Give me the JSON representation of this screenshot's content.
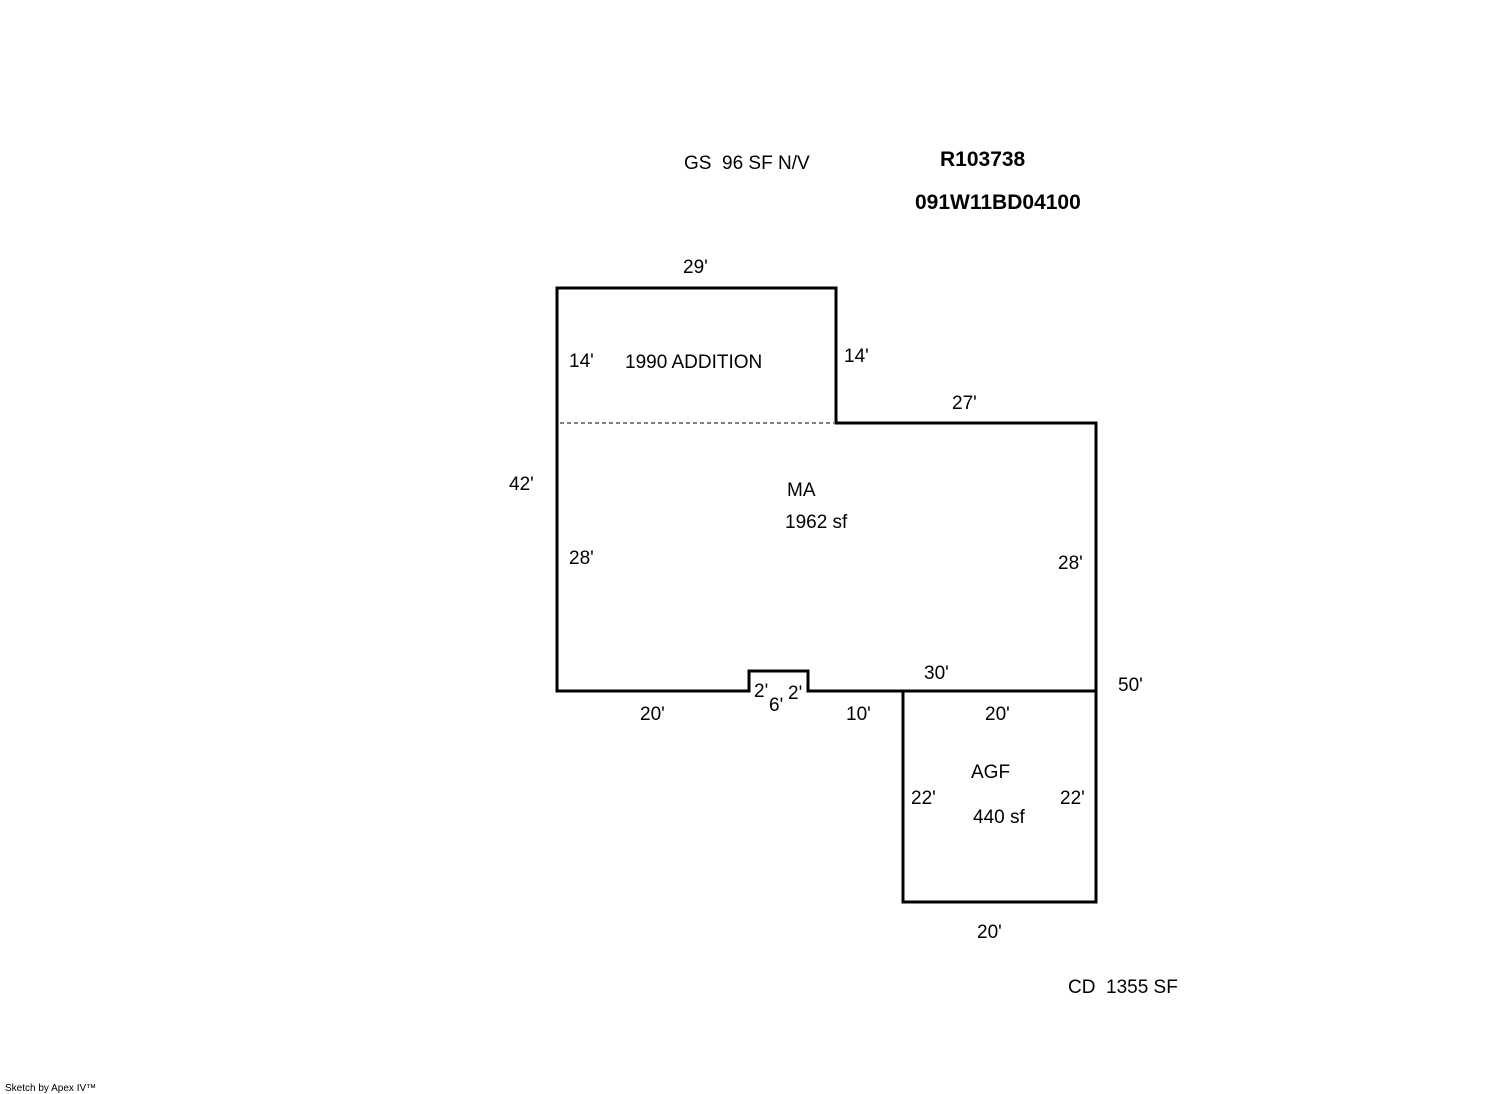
{
  "header": {
    "gs_note": "GS  96 SF N/V",
    "parcel_id": "R103738",
    "map_number": "091W11BD04100"
  },
  "main_area": {
    "label": "MA",
    "area": "1962 sf",
    "addition_label": "1990 ADDITION",
    "dims": {
      "top": "29'",
      "addition_left": "14'",
      "addition_right": "14'",
      "step_top": "27'",
      "overall_left": "42'",
      "left_lower": "28'",
      "right": "28'",
      "bottom_left": "20'",
      "notch_left": "2'",
      "notch_right": "2'",
      "notch_width": "6'",
      "bottom_mid": "10'",
      "bottom_right": "30'",
      "overall_right": "50'"
    }
  },
  "garage": {
    "label": "AGF",
    "area": "440 sf",
    "dims": {
      "top": "20'",
      "left": "22'",
      "right": "22'",
      "bottom": "20'"
    }
  },
  "footer": {
    "cd_note": "CD  1355 SF",
    "credit": "Sketch by Apex IV™"
  }
}
